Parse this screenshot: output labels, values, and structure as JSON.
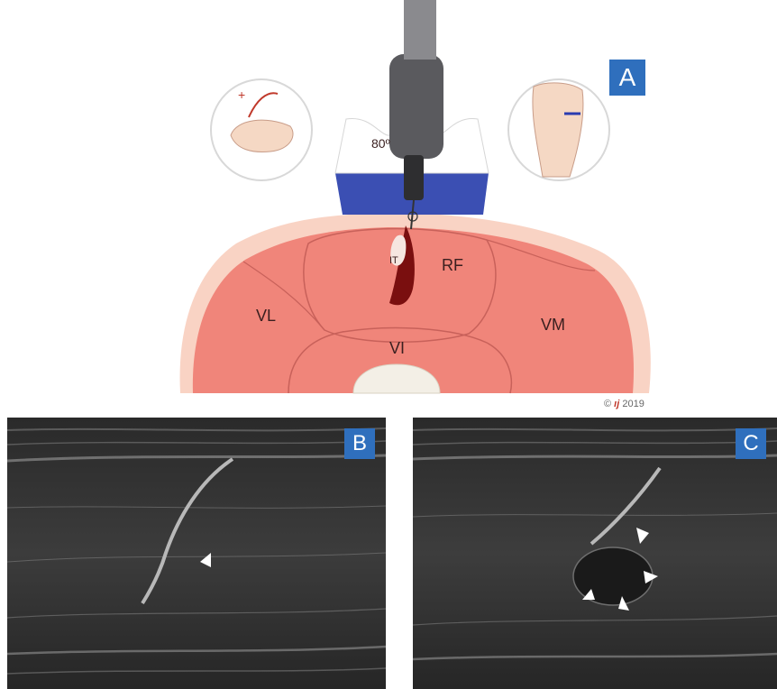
{
  "panels": {
    "a": {
      "letter": "A"
    },
    "b": {
      "letter": "B"
    },
    "c": {
      "letter": "C"
    }
  },
  "labels": {
    "rf": "RF",
    "vl": "VL",
    "vm": "VM",
    "vi": "VI",
    "it": "IT",
    "angle": "80º"
  },
  "copyright": {
    "symbol": "©",
    "year": "2019"
  },
  "colors": {
    "badge": "#2f6fbd",
    "muscle": "#f0857a",
    "skin": "#f9cfc0",
    "gel": "#3b4fb3",
    "hematoma": "#7a0f0f"
  }
}
